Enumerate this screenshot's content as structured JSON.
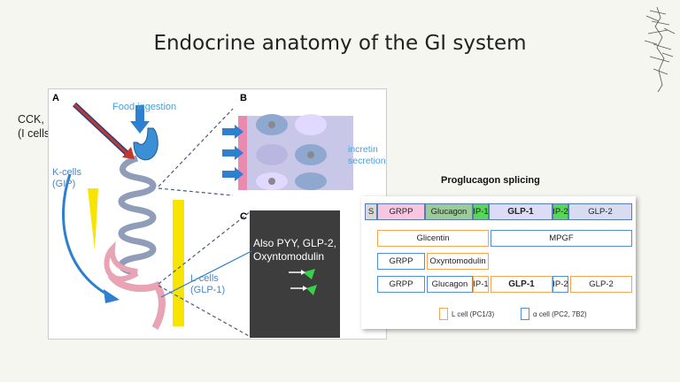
{
  "title": "Endocrine anatomy of the GI system",
  "left_notes": {
    "cck_line1": "CCK, Ghrelin",
    "cck_line2": "(I cells, A cells)"
  },
  "figure": {
    "panel_a": "A",
    "panel_b": "B",
    "panel_c": "C",
    "food_ingestion": "Food ingestion",
    "k_cells": "K-cells",
    "gip": "(GIP)",
    "l_cells": "L-cells",
    "glp1": "(GLP-1)",
    "incretin": "incretin",
    "secretion": "secretion",
    "also_line1": "Also PYY, GLP-2,",
    "also_line2": "Oxyntomodulin"
  },
  "proglucagon": {
    "title": "Proglucagon splicing",
    "row1": [
      "S",
      "GRPP",
      "Glucagon",
      "IP-1",
      "GLP-1",
      "IP-2",
      "GLP-2"
    ],
    "row2": [
      "Glicentin",
      "MPGF"
    ],
    "row3": [
      "GRPP",
      "Oxyntomodulin"
    ],
    "row4": [
      "GRPP",
      "Glucagon",
      "IP-1",
      "GLP-1",
      "IP-2",
      "GLP-2"
    ],
    "legend": [
      "L cell (PC1/3)",
      "α cell (PC2, 7B2)"
    ],
    "colors": {
      "l_cell": "#f6a650",
      "alpha_cell": "#4f8fd6",
      "grpp": "#f8c7df",
      "glucagon": "#9ccb9a",
      "ip": "#57d65a",
      "glp1": "#dcdcf6",
      "glp2": "#d7dcf0"
    }
  }
}
